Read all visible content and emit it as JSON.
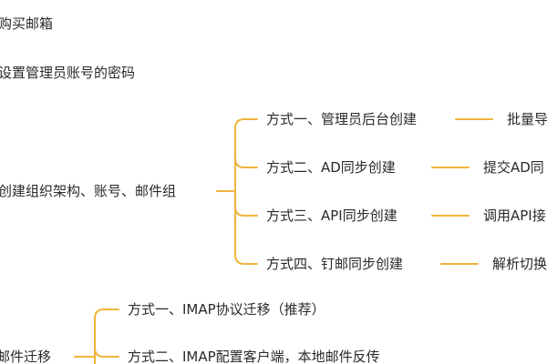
{
  "mindmap": {
    "nodes": {
      "buy_mailbox": "购买邮箱",
      "set_admin_password": "设置管理员账号的密码",
      "create_org": "创建组织架构、账号、邮件组",
      "mail_migration": "邮件迁移"
    },
    "org_methods": [
      {
        "label": "方式一、管理员后台创建",
        "detail": "批量导"
      },
      {
        "label": "方式二、AD同步创建",
        "detail": "提交AD同"
      },
      {
        "label": "方式三、API同步创建",
        "detail": "调用API接"
      },
      {
        "label": "方式四、钉邮同步创建",
        "detail": "解析切换"
      }
    ],
    "migration_methods": [
      {
        "label": "方式一、IMAP协议迁移（推荐）"
      },
      {
        "label": "方式二、IMAP配置客户端，本地邮件反传"
      }
    ],
    "colors": {
      "connector": "#f0b43c",
      "text": "#2a2a2a",
      "background": "#ffffff"
    }
  }
}
